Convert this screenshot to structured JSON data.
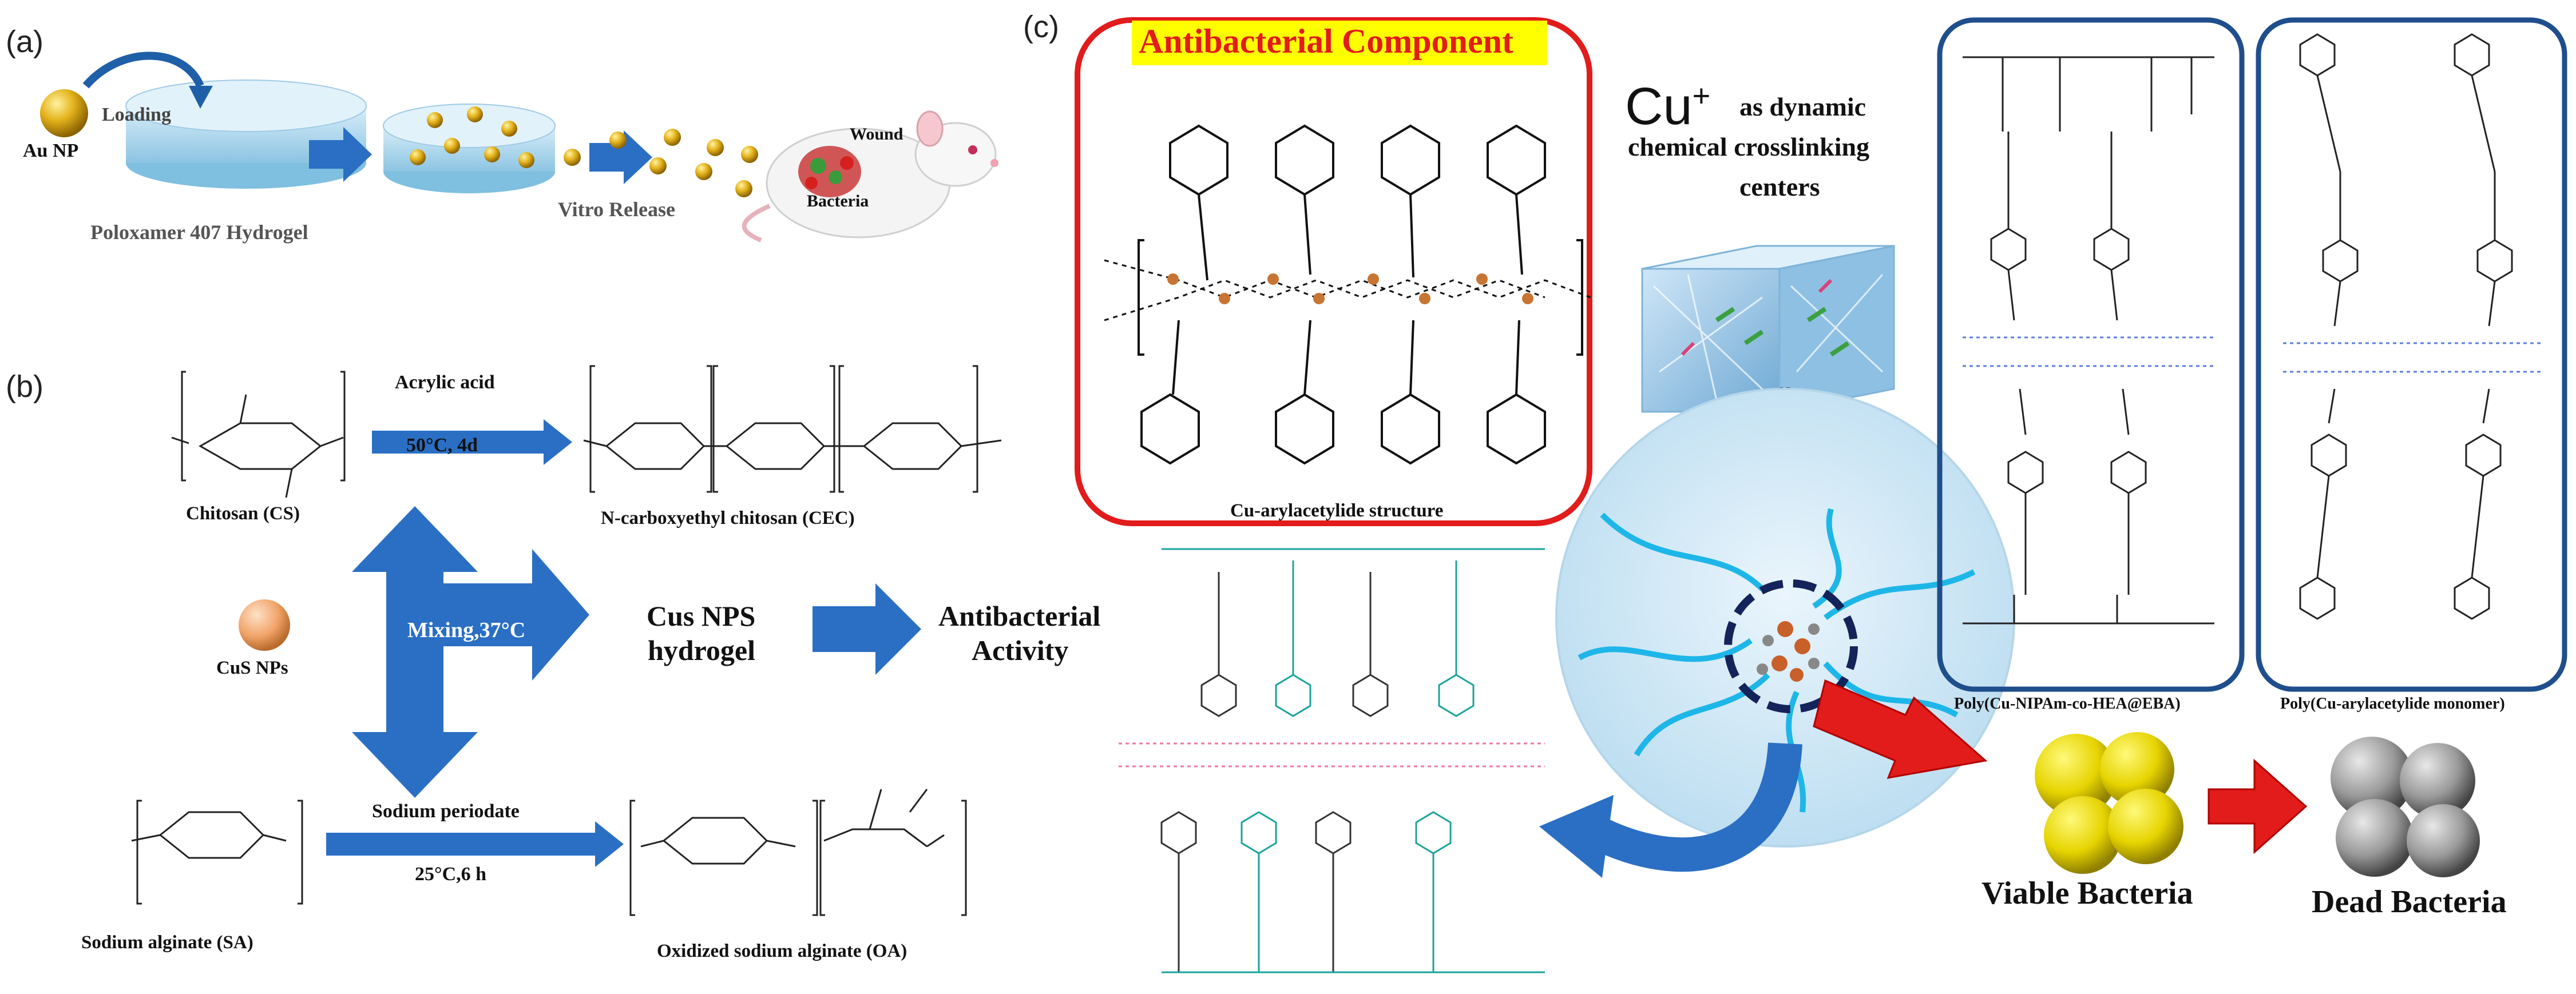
{
  "panels": {
    "a": "(a)",
    "b": "(b)",
    "c": "(c)"
  },
  "panel_a": {
    "au_np": "Au NP",
    "loading": "Loading",
    "hydrogel": "Poloxamer 407 Hydrogel",
    "release": "Vitro Release",
    "wound": "Wound",
    "bacteria": "Bacteria"
  },
  "panel_b": {
    "chitosan": "Chitosan (CS)",
    "cec": "N-carboxyethyl chitosan (CEC)",
    "acrylic_acid": "Acrylic acid",
    "cond1": "50°C, 4d",
    "mixing": "Mixing,37°C",
    "cus_nps": "CuS NPs",
    "cus_hydrogel_1": "Cus NPS",
    "cus_hydrogel_2": "hydrogel",
    "antibacterial_1": "Antibacterial",
    "antibacterial_2": "Activity",
    "sodium_periodate": "Sodium periodate",
    "cond2": "25°C,6 h",
    "sa": "Sodium alginate (SA)",
    "oa": "Oxidized sodium alginate (OA)"
  },
  "panel_c": {
    "component_title": "Antibacterial Component",
    "aryl_caption": "Cu-arylacetylide structure",
    "cu_plus": "Cu",
    "cu_sup": "+",
    "cu_desc1": "as dynamic",
    "cu_desc2": "chemical crosslinking",
    "cu_desc3": "centers",
    "poly1": "Poly(Cu-NIPAm-co-HEA@EBA)",
    "poly2": "Poly(Cu-arylacetylide monomer)",
    "viable": "Viable Bacteria",
    "dead": "Dead Bacteria"
  },
  "colors": {
    "arrow_blue": "#2a6fc4",
    "red_frame": "#e21b1b",
    "navy_frame": "#1f4e8c",
    "title_yellow": "#ffff00",
    "copper": "#c87533",
    "gold": "#e4b21c"
  }
}
